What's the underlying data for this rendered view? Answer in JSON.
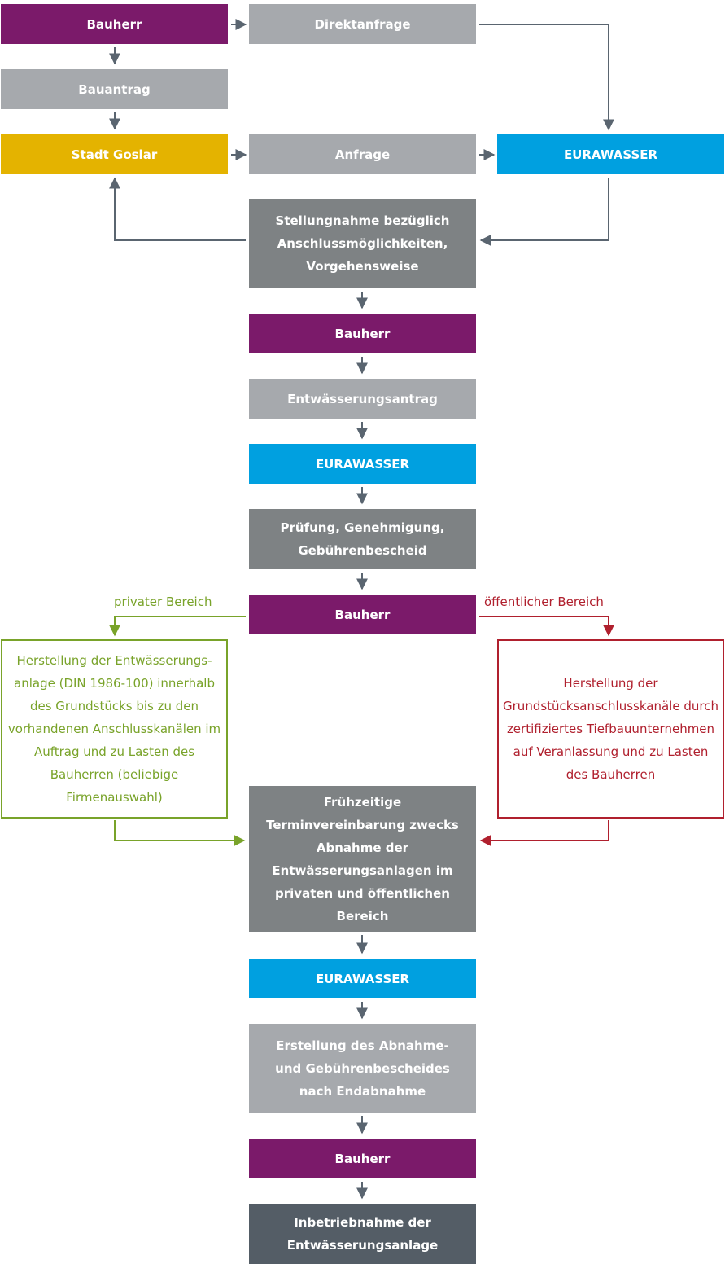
{
  "colors": {
    "purple": "#7b1a6a",
    "light_gray": "#a6a9ad",
    "medium_gray": "#7e8284",
    "dark_gray": "#545d66",
    "yellow": "#e4b300",
    "blue": "#00a0e0",
    "green": "#79a32a",
    "red": "#b0202e",
    "arrow": "#5a6570"
  },
  "nodes": {
    "bauherr_1": "Bauherr",
    "direktanfrage": "Direktanfrage",
    "bauantrag": "Bauantrag",
    "stadt_goslar": "Stadt Goslar",
    "anfrage": "Anfrage",
    "eurawasser_1": "EURAWASSER",
    "stellungnahme": "Stellungnahme bezüglich Anschlussmöglichkeiten, Vorgehensweise",
    "bauherr_2": "Bauherr",
    "entwaesserungsantrag": "Entwässerungsantrag",
    "eurawasser_2": "EURAWASSER",
    "pruefung": "Prüfung, Genehmigung, Gebührenbescheid",
    "bauherr_3": "Bauherr",
    "privat_herstellung": "Herstellung der Entwässerungs-anlage (DIN 1986-100) innerhalb des Grundstücks bis zu den vorhandenen Anschlusskanälen im Auftrag und zu Lasten des Bauherren (beliebige Firmenauswahl)",
    "oeffentlich_herstellung": "Herstellung der Grundstücksanschlusskanäle durch zertifiziertes Tiefbauunternehmen auf Veranlassung und zu Lasten des Bauherren",
    "terminvereinbarung": "Frühzeitige Terminvereinbarung zwecks Abnahme der Entwässerungsanlagen im privaten und öffentlichen Bereich",
    "eurawasser_3": "EURAWASSER",
    "erstellung": "Erstellung des Abnahme- und Gebührenbescheides nach Endabnahme",
    "bauherr_4": "Bauherr",
    "inbetriebnahme": "Inbetriebnahme der Entwässerungsanlage"
  },
  "branch_labels": {
    "private": "privater Bereich",
    "public": "öffentlicher Bereich"
  }
}
